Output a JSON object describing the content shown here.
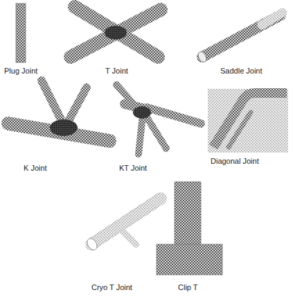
{
  "diagram": {
    "labels": [
      "Plug Joint",
      "T Joint",
      "Saddle Joint",
      "K Joint",
      "KT Joint",
      "Diagonal Joint",
      "Cryo T Joint",
      "Clip T"
    ]
  }
}
